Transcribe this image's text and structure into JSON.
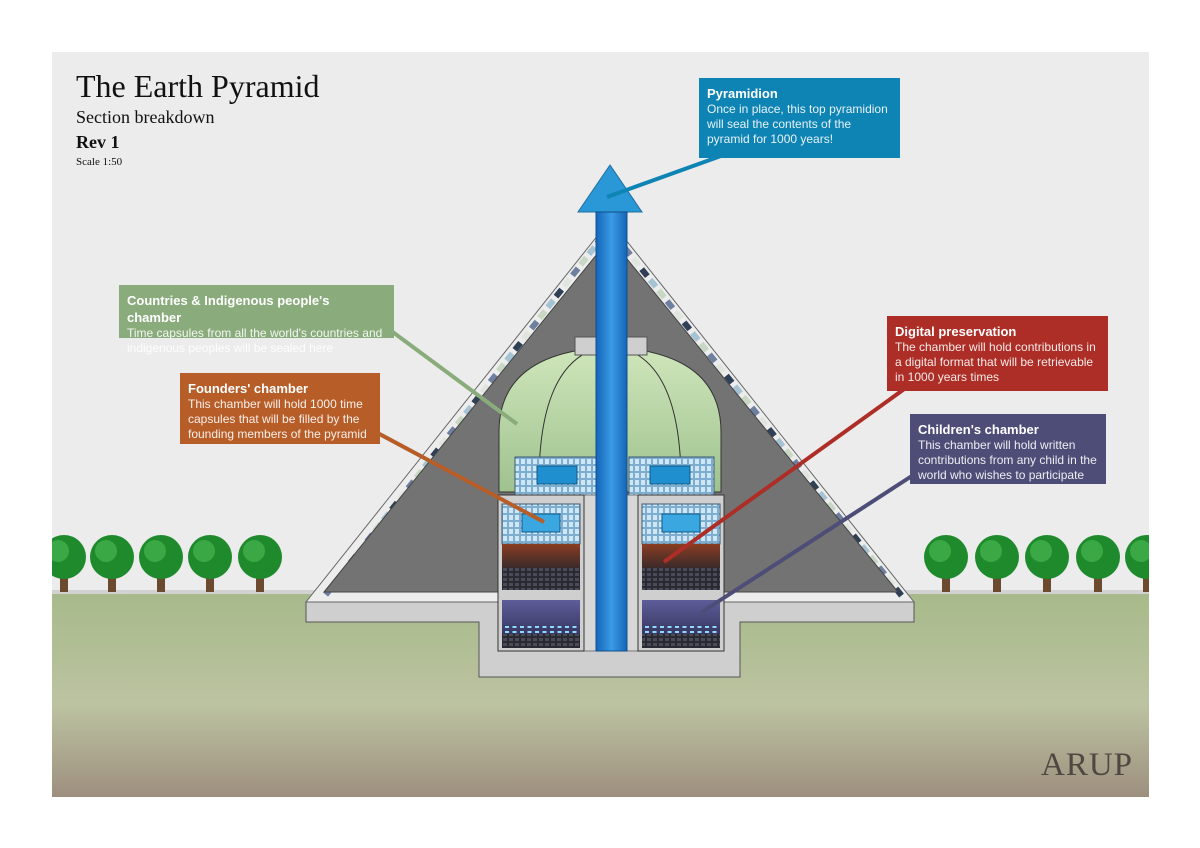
{
  "header": {
    "title": "The Earth Pyramid",
    "subtitle": "Section breakdown",
    "revision": "Rev 1",
    "scale": "Scale 1:50"
  },
  "logo": "ARUP",
  "callouts": {
    "pyramidion": {
      "title": "Pyramidion",
      "body": "Once in place, this top pyramidion will seal the contents of the pyramid for 1000 years!",
      "color": "#0e84b5"
    },
    "countries": {
      "title": "Countries & Indigenous people's chamber",
      "body": "Time capsules from all the world's countries and indigenous peoples will be sealed here",
      "color": "#8aac7c"
    },
    "founders": {
      "title": "Founders' chamber",
      "body": "This chamber will hold 1000 time capsules that will be filled by the founding members of the pyramid",
      "color": "#b75d28"
    },
    "digital": {
      "title": "Digital preservation",
      "body": "The chamber will hold contributions in a digital format that will be retrievable in 1000 years times",
      "color": "#ad2e26"
    },
    "children": {
      "title": "Children's chamber",
      "body": "This chamber will hold written contributions from any child in the world who wishes to participate",
      "color": "#4e4d77"
    }
  },
  "colors": {
    "sky": "#ececec",
    "ground": "#a9ba8c",
    "pyramid": "#717171",
    "shaft": "#1f7ccd",
    "dome": "#c1ddac"
  }
}
